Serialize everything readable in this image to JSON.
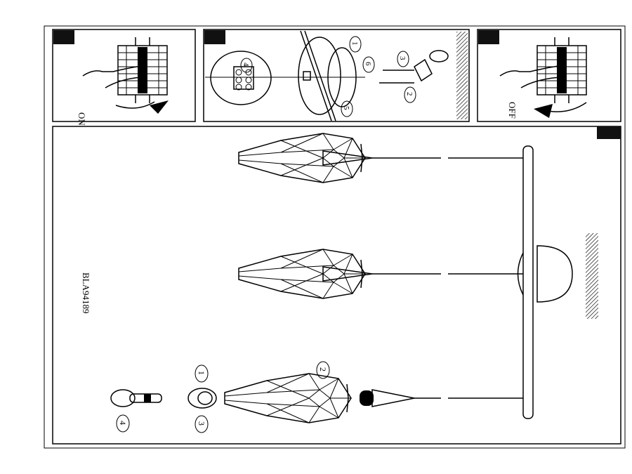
{
  "panels": {
    "switch_on": {
      "label": "ON"
    },
    "wiring": {
      "steps": [
        "1",
        "2",
        "3",
        "4",
        "5",
        "6"
      ]
    },
    "switch_off": {
      "label": "OFF"
    }
  },
  "main": {
    "model_code": "BLA94189",
    "steps": [
      "1",
      "2",
      "3",
      "4"
    ]
  }
}
